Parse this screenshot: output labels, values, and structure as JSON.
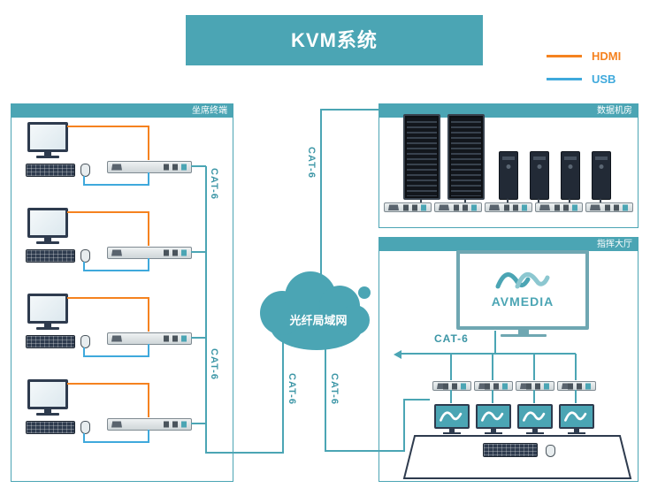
{
  "title": "KVM系统",
  "legend": {
    "items": [
      {
        "label": "HDMI",
        "color": "#F5821F"
      },
      {
        "label": "USB",
        "color": "#3FA9DC"
      }
    ]
  },
  "panels": {
    "seats": {
      "label": "坐席终端"
    },
    "datacenter": {
      "label": "数据机房"
    },
    "command": {
      "label": "指挥大厅"
    }
  },
  "cloud": {
    "label": "光纤局域网"
  },
  "labels": {
    "cat6": "CAT-6"
  },
  "display": {
    "brand": "AVMEDIA"
  },
  "colors": {
    "teal": "#4BA5B4",
    "orange": "#F5821F",
    "blue": "#3FA9DC"
  }
}
